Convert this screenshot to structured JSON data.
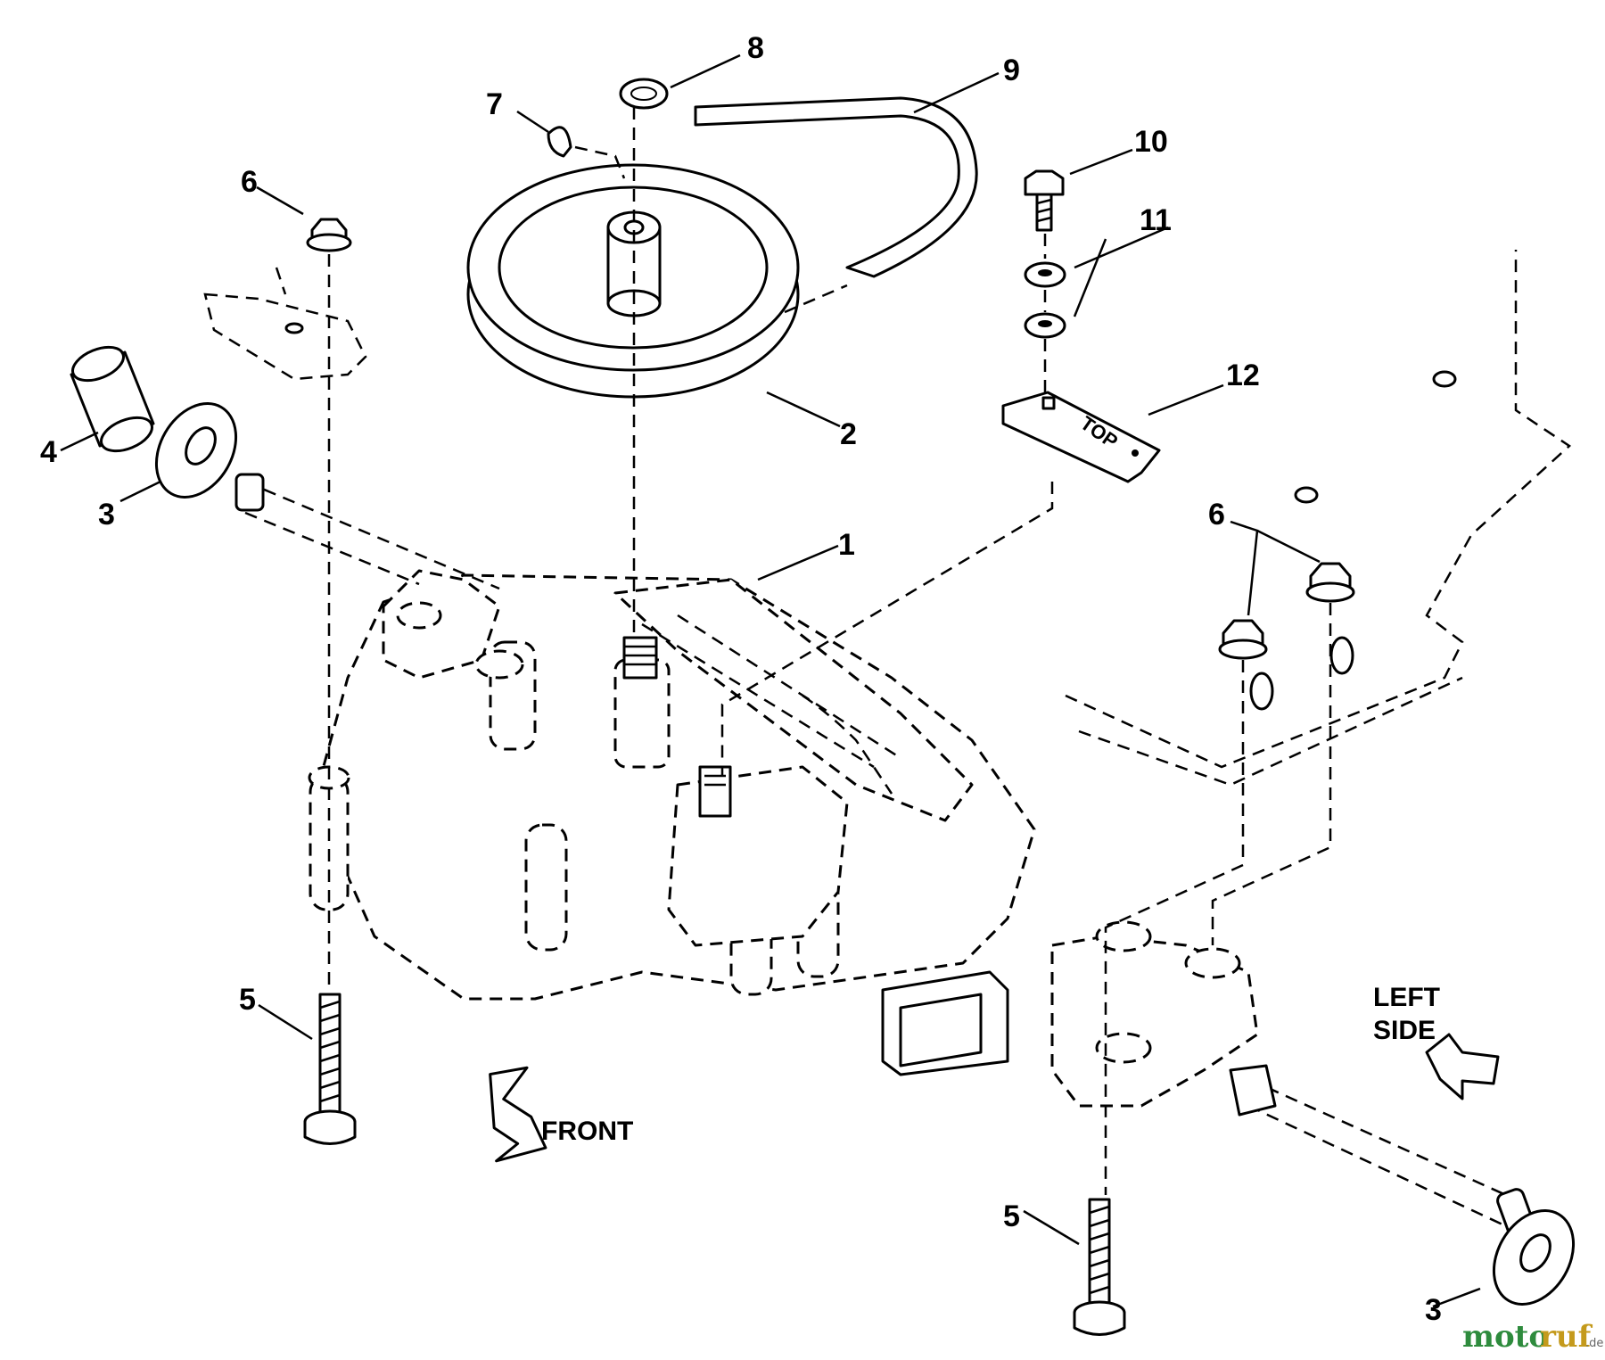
{
  "diagram": {
    "callouts": [
      "1",
      "2",
      "3",
      "3",
      "4",
      "5",
      "5",
      "6",
      "6",
      "7",
      "8",
      "9",
      "10",
      "11",
      "12"
    ],
    "direction_labels": {
      "front": "FRONT",
      "left_side_line1": "LEFT",
      "left_side_line2": "SIDE"
    },
    "plate_text": "TOP",
    "watermark": {
      "part1": "moto",
      "part2": "ruf",
      "suffix": ".de"
    }
  }
}
